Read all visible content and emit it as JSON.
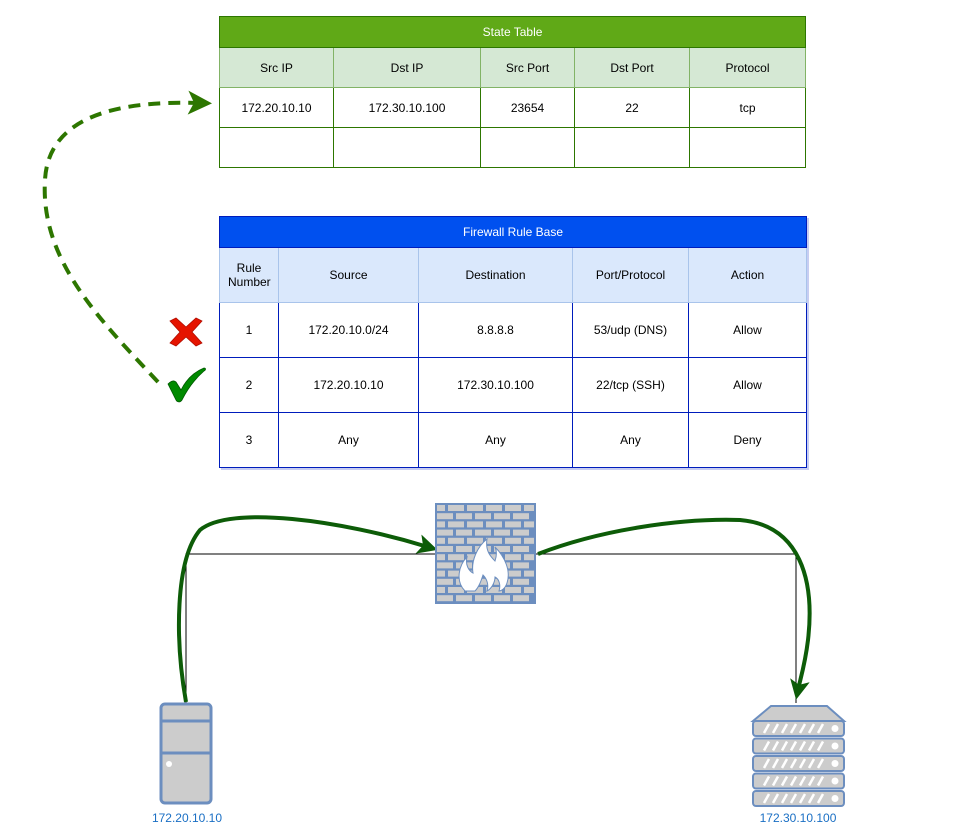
{
  "state_table": {
    "title": "State Table",
    "headers": [
      "Src IP",
      "Dst IP",
      "Src Port",
      "Dst Port",
      "Protocol"
    ],
    "rows": [
      [
        "172.20.10.10",
        "172.30.10.100",
        "23654",
        "22",
        "tcp"
      ],
      [
        "",
        "",
        "",
        "",
        ""
      ]
    ],
    "colors": {
      "title_bg": "#60a917",
      "header_bg": "#d5e8d4",
      "border": "#2d7600"
    }
  },
  "firewall_table": {
    "title": "Firewall Rule Base",
    "headers": [
      "Rule Number",
      "Source",
      "Destination",
      "Port/Protocol",
      "Action"
    ],
    "rows": [
      [
        "1",
        "172.20.10.0/24",
        "8.8.8.8",
        "53/udp (DNS)",
        "Allow"
      ],
      [
        "2",
        "172.20.10.10",
        "172.30.10.100",
        "22/tcp (SSH)",
        "Allow"
      ],
      [
        "3",
        "Any",
        "Any",
        "Any",
        "Deny"
      ]
    ],
    "colors": {
      "title_bg": "#0050ef",
      "header_bg": "#dae8fc",
      "border": "#001dbc"
    }
  },
  "rule_markers": [
    {
      "rule": "1",
      "icon": "red-x-icon",
      "meaning": "no match"
    },
    {
      "rule": "2",
      "icon": "green-checkmark-icon",
      "meaning": "match"
    }
  ],
  "nodes": {
    "client": {
      "icon": "desktop-tower-icon",
      "label": "172.20.10.10"
    },
    "firewall": {
      "icon": "firewall-icon"
    },
    "server": {
      "icon": "server-rack-icon",
      "label": "172.30.10.100"
    }
  },
  "colors": {
    "flow_arrow": "#1e6b0c",
    "label_text": "#1a6fc4",
    "icon_stroke": "#6c8ebf",
    "icon_fill": "#cccccc"
  }
}
